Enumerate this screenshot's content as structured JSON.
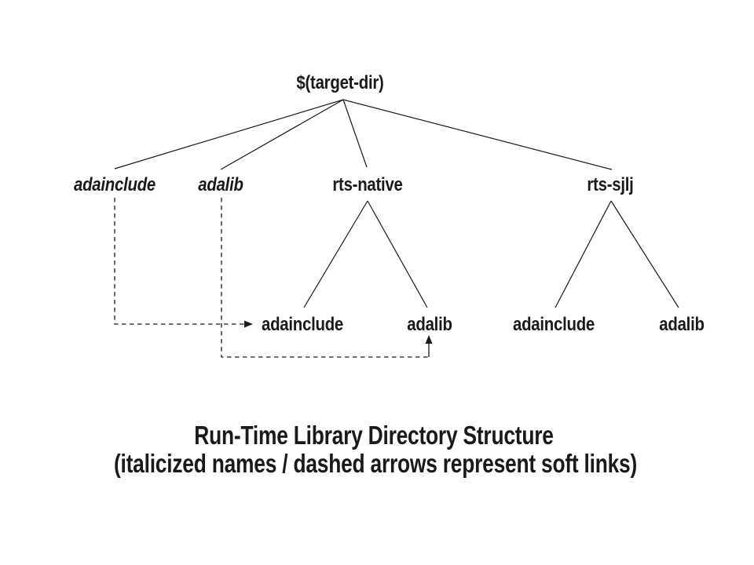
{
  "diagram": {
    "root": {
      "label": "$(target-dir)"
    },
    "level2": [
      {
        "label": "adainclude",
        "style": "italic-soft-link"
      },
      {
        "label": "adalib",
        "style": "italic-soft-link"
      },
      {
        "label": "rts-native",
        "style": "normal"
      },
      {
        "label": "rts-sjlj",
        "style": "normal"
      }
    ],
    "rts_native_children": [
      {
        "label": "adainclude"
      },
      {
        "label": "adalib"
      }
    ],
    "rts_sjlj_children": [
      {
        "label": "adainclude"
      },
      {
        "label": "adalib"
      }
    ],
    "caption": {
      "line1": "Run-Time Library Directory Structure",
      "line2": "(italicized names / dashed arrows represent soft links)"
    },
    "colors": {
      "line": "#1a1a1a",
      "text": "#1a1a1a",
      "background": "#ffffff"
    }
  }
}
